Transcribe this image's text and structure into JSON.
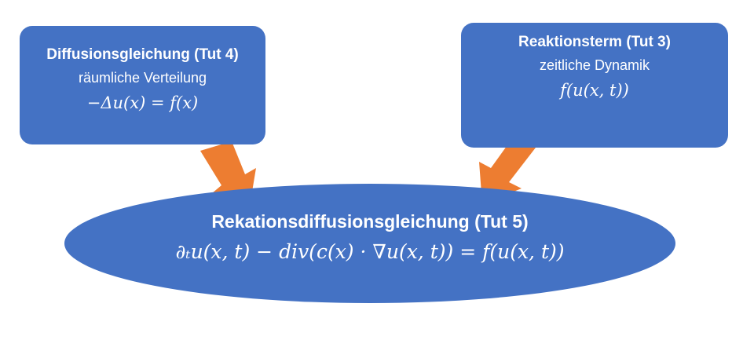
{
  "colors": {
    "box_fill": "#4472c4",
    "arrow_fill": "#ed7d31",
    "text": "#ffffff"
  },
  "left_box": {
    "title": "Diffusionsgleichung (Tut 4)",
    "subtitle": "räumliche Verteilung",
    "formula": "−Δu(x) = f(x)"
  },
  "right_box": {
    "title": "Reaktionsterm (Tut 3)",
    "subtitle": "zeitliche Dynamik",
    "formula": "f(u(x, t))"
  },
  "ellipse": {
    "title": "Rekationsdiffusionsgleichung (Tut 5)",
    "formula": "∂ₜu(x, t) − div(c(x) · ∇u(x, t)) = f(u(x, t))"
  }
}
